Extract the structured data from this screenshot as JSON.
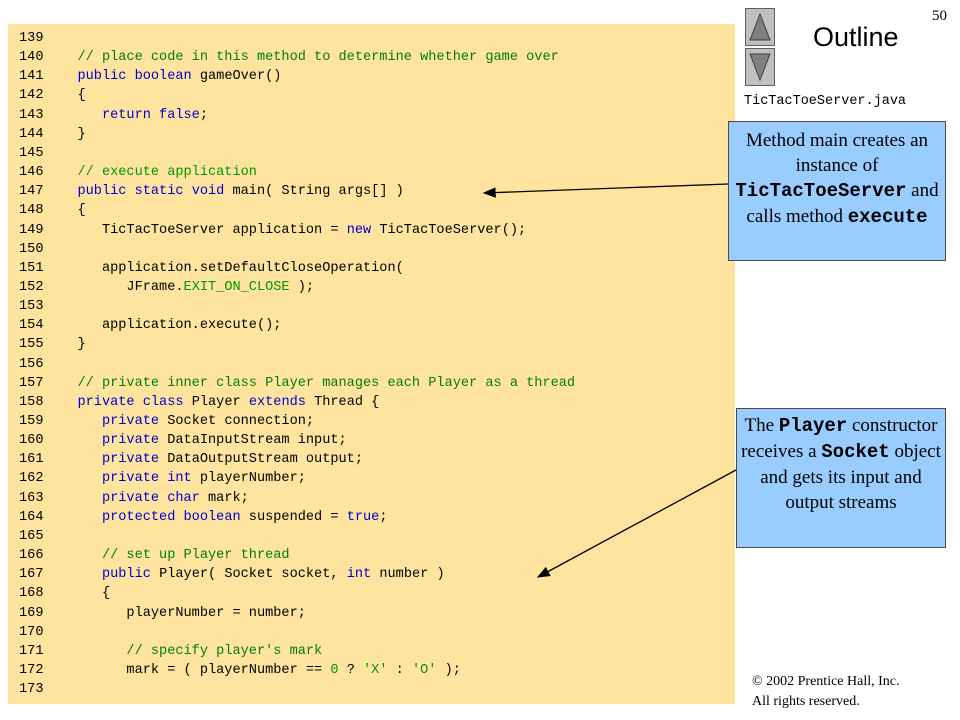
{
  "slide_number": "50",
  "outline_title": "Outline",
  "file_name": "TicTacToeServer.java",
  "nav": {
    "up_label": "previous slide",
    "down_label": "next slide"
  },
  "callouts": [
    {
      "parts": [
        {
          "text": "Method main creates an instance of ",
          "mono": false
        },
        {
          "text": "TicTacToeServer",
          "mono": true
        },
        {
          "text": " and calls method ",
          "mono": false
        },
        {
          "text": "execute",
          "mono": true
        }
      ]
    },
    {
      "parts": [
        {
          "text": "The ",
          "mono": false
        },
        {
          "text": "Player",
          "mono": true
        },
        {
          "text": " constructor receives a ",
          "mono": false
        },
        {
          "text": "Socket",
          "mono": true
        },
        {
          "text": " object and gets its input and output streams",
          "mono": false
        }
      ]
    }
  ],
  "copyright": {
    "line1": "© 2002 Prentice Hall, Inc.",
    "line2": "All rights reserved."
  },
  "code_lines": [
    {
      "n": "139",
      "tokens": []
    },
    {
      "n": "140",
      "tokens": [
        {
          "t": "   // place code in this method to determine whether game over",
          "c": "cm"
        }
      ]
    },
    {
      "n": "141",
      "tokens": [
        {
          "t": "   "
        },
        {
          "t": "public boolean",
          "c": "kw"
        },
        {
          "t": " gameOver()"
        }
      ]
    },
    {
      "n": "142",
      "tokens": [
        {
          "t": "   {"
        }
      ]
    },
    {
      "n": "143",
      "tokens": [
        {
          "t": "      "
        },
        {
          "t": "return false",
          "c": "kw"
        },
        {
          "t": ";"
        }
      ]
    },
    {
      "n": "144",
      "tokens": [
        {
          "t": "   }"
        }
      ]
    },
    {
      "n": "145",
      "tokens": []
    },
    {
      "n": "146",
      "tokens": [
        {
          "t": "   // execute application",
          "c": "cn"
        }
      ]
    },
    {
      "n": "147",
      "tokens": [
        {
          "t": "   "
        },
        {
          "t": "public static void",
          "c": "kw"
        },
        {
          "t": " main( String args[] )"
        }
      ]
    },
    {
      "n": "148",
      "tokens": [
        {
          "t": "   {"
        }
      ]
    },
    {
      "n": "149",
      "tokens": [
        {
          "t": "      TicTacToeServer application = "
        },
        {
          "t": "new",
          "c": "kw"
        },
        {
          "t": " TicTacToeServer();"
        }
      ]
    },
    {
      "n": "150",
      "tokens": []
    },
    {
      "n": "151",
      "tokens": [
        {
          "t": "      application.setDefaultCloseOperation("
        }
      ]
    },
    {
      "n": "152",
      "tokens": [
        {
          "t": "         JFrame."
        },
        {
          "t": "EXIT_ON_CLOSE",
          "c": "cn"
        },
        {
          "t": " );"
        }
      ]
    },
    {
      "n": "153",
      "tokens": []
    },
    {
      "n": "154",
      "tokens": [
        {
          "t": "      application.execute();"
        }
      ]
    },
    {
      "n": "155",
      "tokens": [
        {
          "t": "   }"
        }
      ]
    },
    {
      "n": "156",
      "tokens": []
    },
    {
      "n": "157",
      "tokens": [
        {
          "t": "   // private inner class Player manages each Player as a thread",
          "c": "cm"
        }
      ]
    },
    {
      "n": "158",
      "tokens": [
        {
          "t": "   "
        },
        {
          "t": "private class",
          "c": "kw"
        },
        {
          "t": " Player "
        },
        {
          "t": "extends",
          "c": "kw"
        },
        {
          "t": " Thread {"
        }
      ]
    },
    {
      "n": "159",
      "tokens": [
        {
          "t": "      "
        },
        {
          "t": "private",
          "c": "kw"
        },
        {
          "t": " Socket connection;"
        }
      ]
    },
    {
      "n": "160",
      "tokens": [
        {
          "t": "      "
        },
        {
          "t": "private",
          "c": "kw"
        },
        {
          "t": " DataInputStream input;"
        }
      ]
    },
    {
      "n": "161",
      "tokens": [
        {
          "t": "      "
        },
        {
          "t": "private",
          "c": "kw"
        },
        {
          "t": " DataOutputStream output;"
        }
      ]
    },
    {
      "n": "162",
      "tokens": [
        {
          "t": "      "
        },
        {
          "t": "private int",
          "c": "kw"
        },
        {
          "t": " playerNumber;"
        }
      ]
    },
    {
      "n": "163",
      "tokens": [
        {
          "t": "      "
        },
        {
          "t": "private char",
          "c": "kw"
        },
        {
          "t": " mark;"
        }
      ]
    },
    {
      "n": "164",
      "tokens": [
        {
          "t": "      "
        },
        {
          "t": "protected boolean",
          "c": "kw"
        },
        {
          "t": " suspended = "
        },
        {
          "t": "true",
          "c": "kw"
        },
        {
          "t": ";"
        }
      ]
    },
    {
      "n": "165",
      "tokens": []
    },
    {
      "n": "166",
      "tokens": [
        {
          "t": "      // set up Player thread",
          "c": "cm"
        }
      ]
    },
    {
      "n": "167",
      "tokens": [
        {
          "t": "      "
        },
        {
          "t": "public",
          "c": "kw"
        },
        {
          "t": " Player( Socket socket, "
        },
        {
          "t": "int",
          "c": "kw"
        },
        {
          "t": " number )"
        }
      ]
    },
    {
      "n": "168",
      "tokens": [
        {
          "t": "      {"
        }
      ]
    },
    {
      "n": "169",
      "tokens": [
        {
          "t": "         playerNumber = number;"
        }
      ]
    },
    {
      "n": "170",
      "tokens": []
    },
    {
      "n": "171",
      "tokens": [
        {
          "t": "         // specify player's mark",
          "c": "cm"
        }
      ]
    },
    {
      "n": "172",
      "tokens": [
        {
          "t": "         mark = ( playerNumber == "
        },
        {
          "t": "0",
          "c": "cn"
        },
        {
          "t": " ? "
        },
        {
          "t": "'X'",
          "c": "str"
        },
        {
          "t": " : "
        },
        {
          "t": "'O'",
          "c": "str"
        },
        {
          "t": " );"
        }
      ]
    },
    {
      "n": "173",
      "tokens": []
    }
  ]
}
